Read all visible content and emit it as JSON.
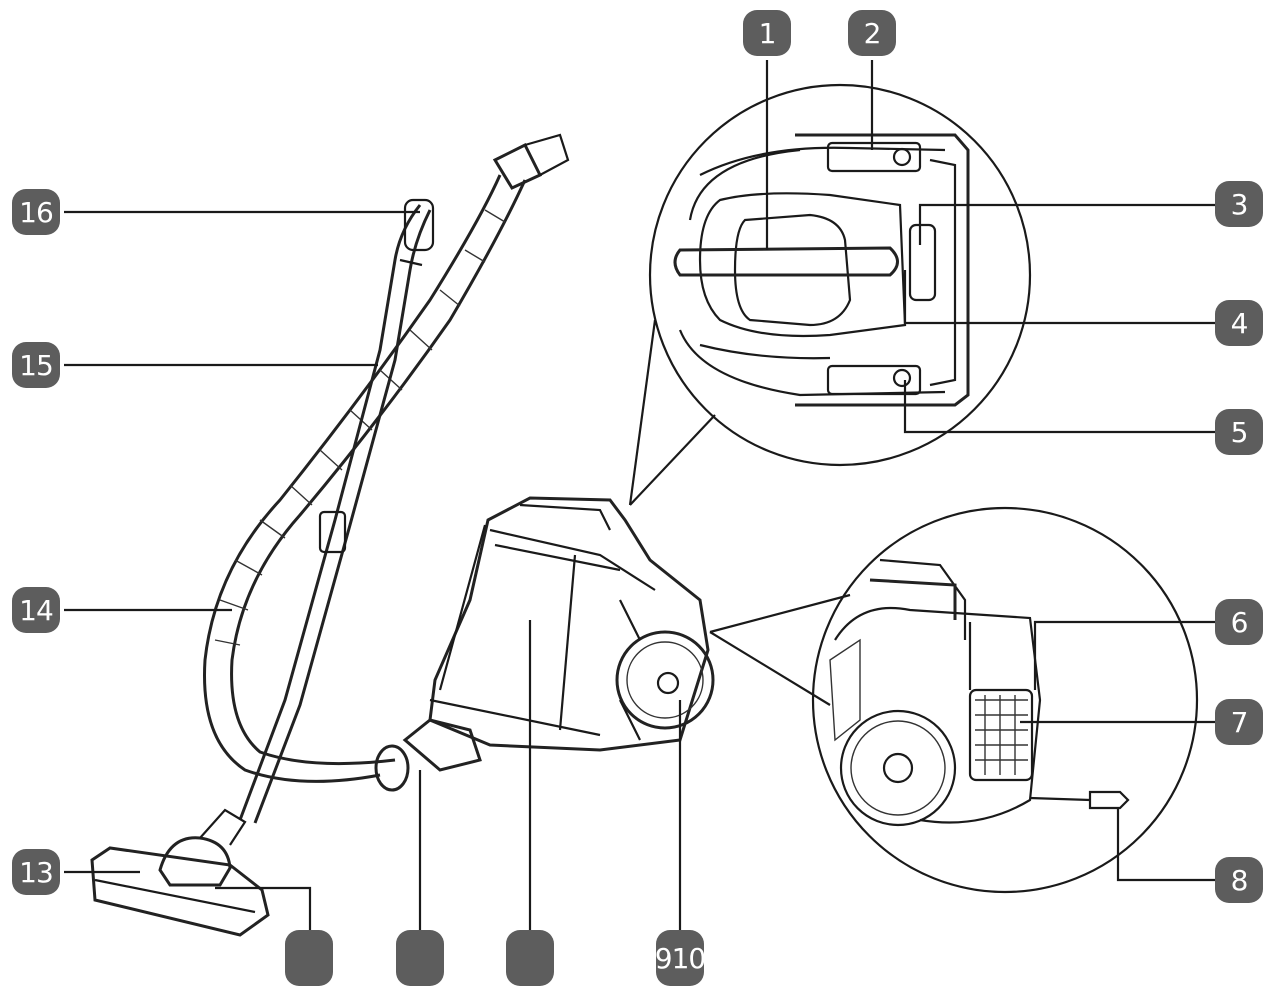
{
  "diagram": {
    "callouts": [
      {
        "id": "c1",
        "label": "1"
      },
      {
        "id": "c2",
        "label": "2"
      },
      {
        "id": "c3",
        "label": "3"
      },
      {
        "id": "c4",
        "label": "4"
      },
      {
        "id": "c5",
        "label": "5"
      },
      {
        "id": "c6",
        "label": "6"
      },
      {
        "id": "c7",
        "label": "7"
      },
      {
        "id": "c8",
        "label": "8"
      },
      {
        "id": "c16",
        "label": "16"
      },
      {
        "id": "c15",
        "label": "15"
      },
      {
        "id": "c14",
        "label": "14"
      },
      {
        "id": "c13",
        "label": "13"
      },
      {
        "id": "c12",
        "label": ""
      },
      {
        "id": "c11",
        "label": ""
      },
      {
        "id": "c10",
        "label": ""
      },
      {
        "id": "c910",
        "label": "910"
      }
    ],
    "line_color": "#1a1a1a",
    "badge_color": "#5d5d5d"
  }
}
